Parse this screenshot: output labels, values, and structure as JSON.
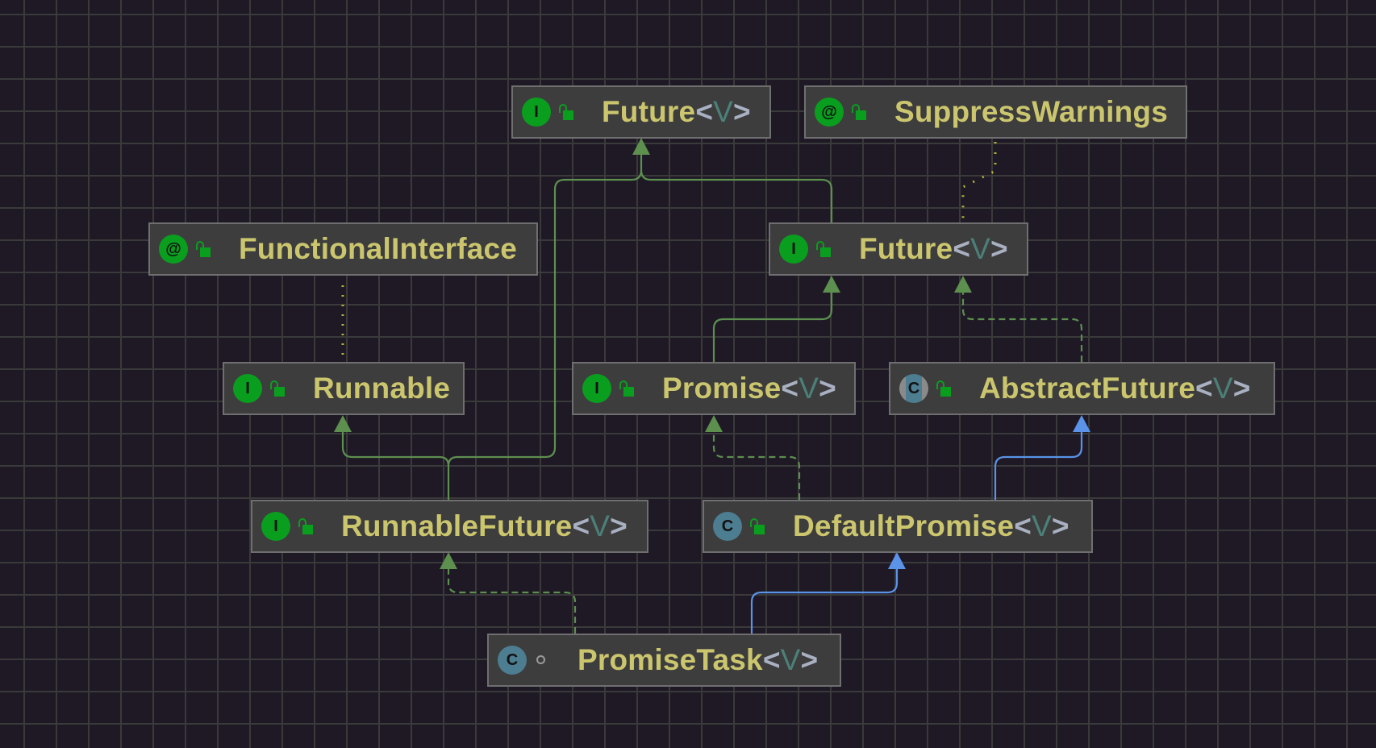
{
  "diagram_title": "",
  "colors": {
    "background": "#1e1925",
    "node_fill": "#3d3d3d",
    "class_name": "#cbc66e",
    "type_var": "#4b8078",
    "extends_edge": "#5d8f4f",
    "implements_edge": "#5d8f4f",
    "class_extends_edge": "#5a93e8",
    "annotation_edge": "#b5b43a"
  },
  "nodes": [
    {
      "id": "future_top",
      "kind": "I",
      "kind_icon": "interface-icon",
      "visibility": "public",
      "name": "Future",
      "lt": "<",
      "tv": "V",
      "gt": ">"
    },
    {
      "id": "suppress",
      "kind": "@",
      "kind_icon": "annotation-icon",
      "visibility": "public",
      "name": "SuppressWarnings",
      "lt": "",
      "tv": "",
      "gt": ""
    },
    {
      "id": "functional",
      "kind": "@",
      "kind_icon": "annotation-icon",
      "visibility": "public",
      "name": "FunctionalInterface",
      "lt": "",
      "tv": "",
      "gt": ""
    },
    {
      "id": "future2",
      "kind": "I",
      "kind_icon": "interface-icon",
      "visibility": "public",
      "name": "Future",
      "lt": "<",
      "tv": "V",
      "gt": ">"
    },
    {
      "id": "runnable",
      "kind": "I",
      "kind_icon": "interface-icon",
      "visibility": "public",
      "name": "Runnable",
      "lt": "",
      "tv": "",
      "gt": ""
    },
    {
      "id": "promise",
      "kind": "I",
      "kind_icon": "interface-icon",
      "visibility": "public",
      "name": "Promise",
      "lt": "<",
      "tv": "V",
      "gt": ">"
    },
    {
      "id": "abstractfuture",
      "kind": "C",
      "kind_icon": "abstract-class-icon",
      "visibility": "public",
      "name": "AbstractFuture",
      "lt": "<",
      "tv": "V",
      "gt": ">"
    },
    {
      "id": "runnablefuture",
      "kind": "I",
      "kind_icon": "interface-icon",
      "visibility": "public",
      "name": "RunnableFuture",
      "lt": "<",
      "tv": "V",
      "gt": ">"
    },
    {
      "id": "defaultpromise",
      "kind": "C",
      "kind_icon": "class-icon",
      "visibility": "public",
      "name": "DefaultPromise",
      "lt": "<",
      "tv": "V",
      "gt": ">"
    },
    {
      "id": "promisetask",
      "kind": "C",
      "kind_icon": "class-icon",
      "visibility": "package-private",
      "name": "PromiseTask",
      "lt": "<",
      "tv": "V",
      "gt": ">"
    }
  ],
  "edges": [
    {
      "from": "runnablefuture",
      "to": "future_top",
      "type": "extends"
    },
    {
      "from": "runnablefuture",
      "to": "runnable",
      "type": "extends"
    },
    {
      "from": "future2",
      "to": "future_top",
      "type": "extends"
    },
    {
      "from": "promise",
      "to": "future2",
      "type": "extends"
    },
    {
      "from": "abstractfuture",
      "to": "future2",
      "type": "implements"
    },
    {
      "from": "defaultpromise",
      "to": "promise",
      "type": "implements"
    },
    {
      "from": "defaultpromise",
      "to": "abstractfuture",
      "type": "class-extends"
    },
    {
      "from": "promisetask",
      "to": "runnablefuture",
      "type": "implements"
    },
    {
      "from": "promisetask",
      "to": "defaultpromise",
      "type": "class-extends"
    },
    {
      "from": "functional",
      "to": "runnable",
      "type": "annotation"
    },
    {
      "from": "suppress",
      "to": "future2",
      "type": "annotation"
    }
  ]
}
